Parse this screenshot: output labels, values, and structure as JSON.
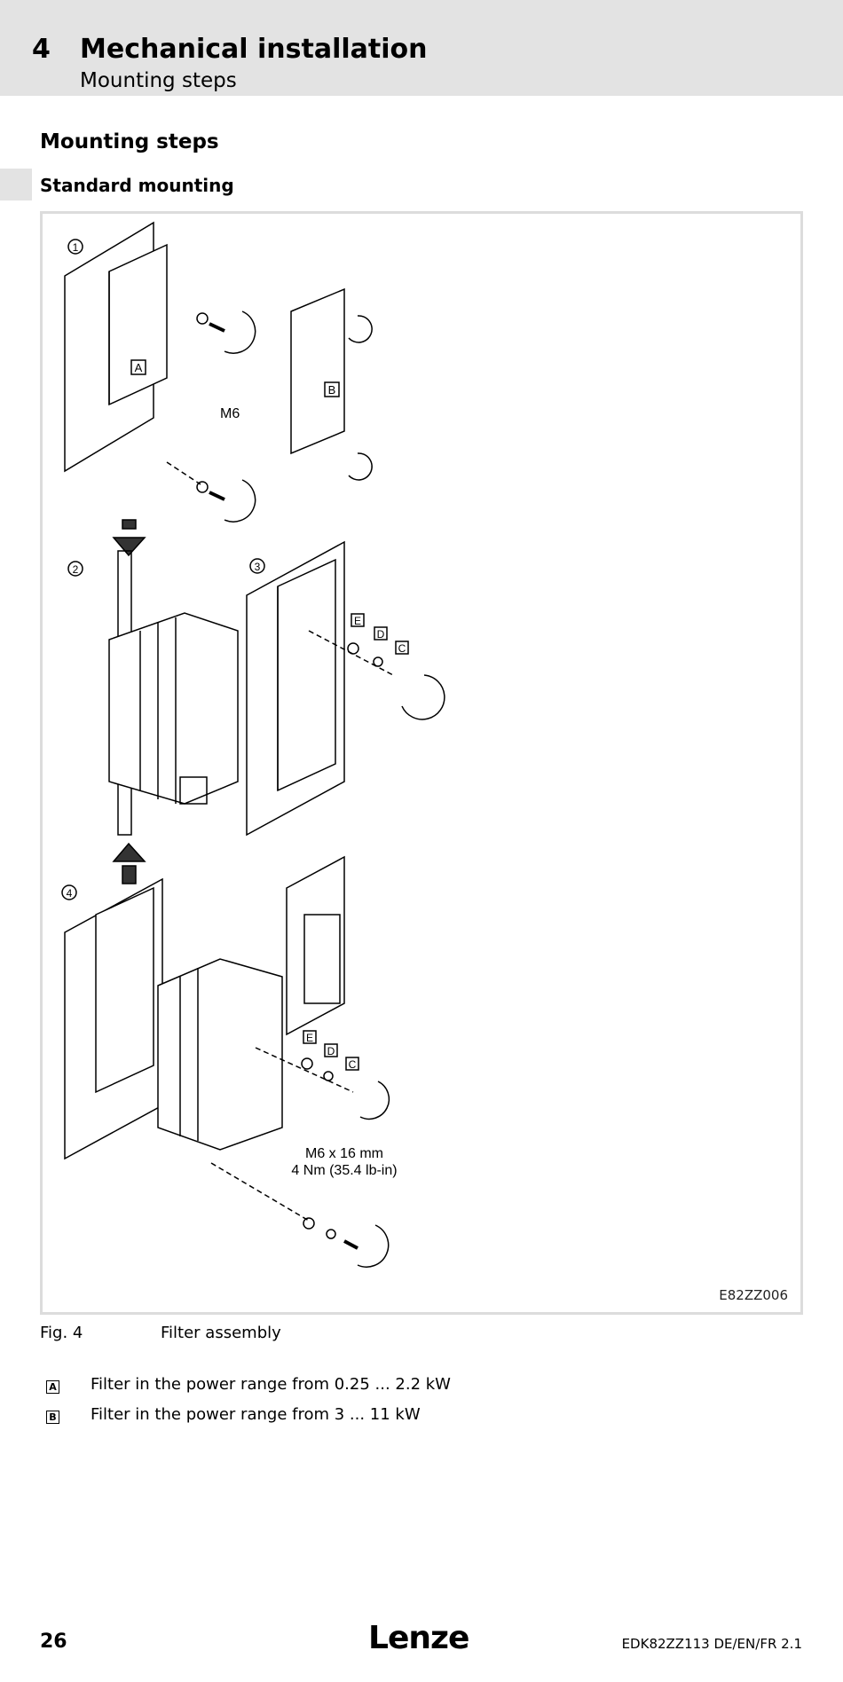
{
  "header": {
    "chapter_number": "4",
    "chapter_title": "Mechanical installation",
    "chapter_subtitle": "Mounting steps"
  },
  "section_title": "Mounting steps",
  "subsection_title": "Standard mounting",
  "figure": {
    "step_labels": [
      "1",
      "2",
      "3",
      "4"
    ],
    "part_labels": {
      "A": "A",
      "B": "B",
      "C": "C",
      "D": "D",
      "E": "E"
    },
    "screw_label": "M6",
    "torque_line1": "M6 x 16 mm",
    "torque_line2": "4 Nm (35.4 lb-in)",
    "code": "E82ZZ006",
    "caption_label": "Fig. 4",
    "caption_text": "Filter assembly"
  },
  "legend": [
    {
      "key": "A",
      "text": "Filter in the power range from 0.25 ... 2.2 kW"
    },
    {
      "key": "B",
      "text": "Filter in the power range from 3 ... 11 kW"
    }
  ],
  "footer": {
    "page_number": "26",
    "logo": "Lenze",
    "doc_id": "EDK82ZZ113  DE/EN/FR  2.1"
  }
}
